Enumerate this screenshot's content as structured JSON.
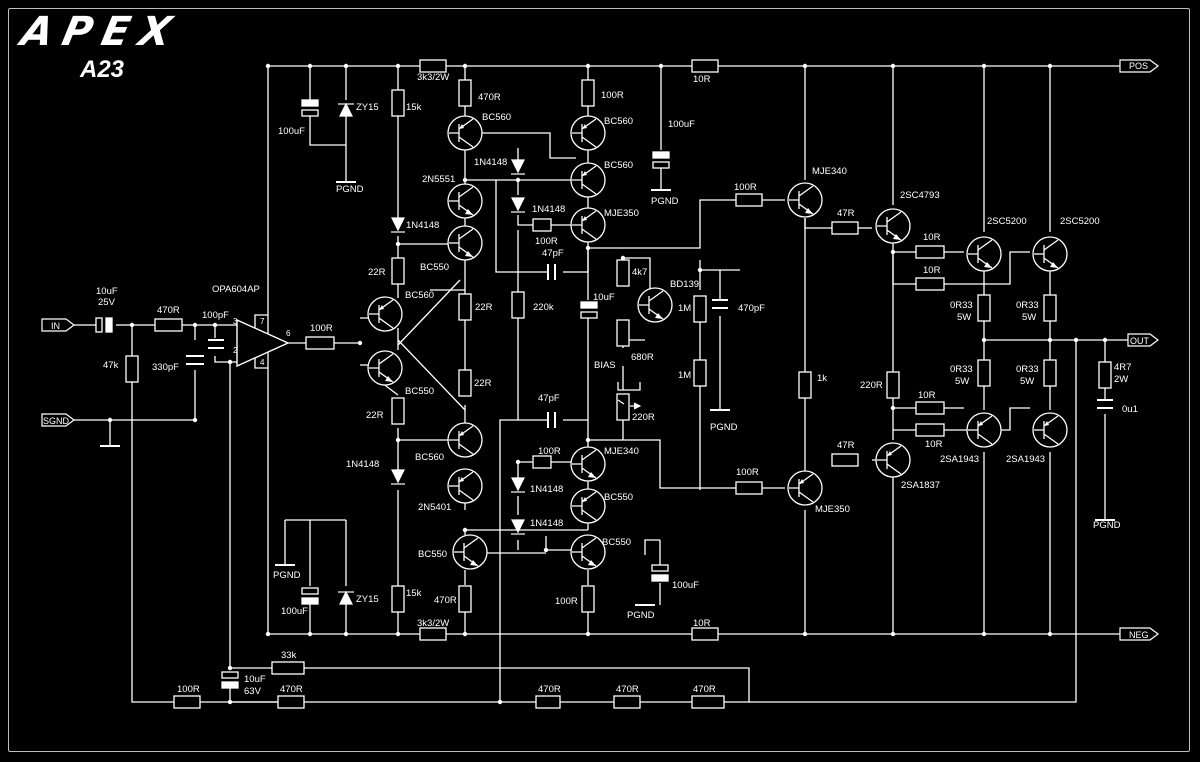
{
  "brand": {
    "name": "APEX",
    "model": "A23"
  },
  "ports": {
    "pos": "POS",
    "neg": "NEG",
    "in": "IN",
    "sgnd": "SGND",
    "out": "OUT"
  },
  "opamp": {
    "name": "OPA604AP",
    "pin_plus": "3",
    "pin_minus": "2",
    "pin_vplus": "7",
    "pin_vminus": "4",
    "pin_out": "6"
  },
  "labels": {
    "r_3k3_top": "3k3/2W",
    "r_3k3_bot": "3k3/2W",
    "r_10r_top": "10R",
    "r_10r_bot": "10R",
    "c_100uf_tl": "100uF",
    "zy15_top": "ZY15",
    "r_15k_top": "15k",
    "r_470r_t": "470R",
    "r_100r_t": "100R",
    "q_bc560_1": "BC560",
    "q_bc560_2": "BC560",
    "q_bc560_3": "BC560",
    "d_1n4148_1": "1N4148",
    "c_100uf_tm": "100uF",
    "pgnd_1": "PGND",
    "pgnd_2": "PGND",
    "q_2n5551": "2N5551",
    "d_1n4148_2": "1N4148",
    "d_1n4148_3": "1N4148",
    "r_100r_2": "100R",
    "q_mje350_1": "MJE350",
    "q_bc550_1": "BC550",
    "c_47pf_1": "47pF",
    "r_22r_1": "22R",
    "r_4k7": "4k7",
    "q_bd139": "BD139",
    "r_100r_3": "100R",
    "q_mje340_1": "MJE340",
    "r_47r_1": "47R",
    "q_2sc4793": "2SC4793",
    "q_2sc5200_1": "2SC5200",
    "q_2sc5200_2": "2SC5200",
    "r_10r_q1": "10R",
    "r_10r_q2": "10R",
    "c_10uf_in": "10uF",
    "c_25v": "25V",
    "r_470r_in": "470R",
    "c_100pf": "100pF",
    "q_bc560_mid": "BC560",
    "r_22r_2": "22R",
    "r_220k": "220k",
    "c_10uf_mid": "10uF",
    "r_1m_1": "1M",
    "c_470pf": "470pF",
    "r_0r33_1": "0R33",
    "w_5w_1": "5W",
    "r_0r33_2": "0R33",
    "w_5w_2": "5W",
    "r_100r_op": "100R",
    "r_47k": "47k",
    "c_330pf": "330pF",
    "r_680r": "680R",
    "bias": "BIAS",
    "r_1m_2": "1M",
    "r_1k": "1k",
    "r_22r_3": "22R",
    "q_bc550_mid": "BC550",
    "r_0r33_3": "0R33",
    "w_5w_3": "5W",
    "r_0r33_4": "0R33",
    "w_5w_4": "5W",
    "r_4r7": "4R7",
    "w_2w": "2W",
    "r_220r_b": "220R",
    "r_22r_4": "22R",
    "c_47pf_2": "47pF",
    "r_220r": "220R",
    "r_10r_q3": "10R",
    "c_0u1": "0u1",
    "pgnd_3": "PGND",
    "pgnd_4": "PGND",
    "q_bc560_b": "BC560",
    "r_100r_4": "100R",
    "q_mje340_2": "MJE340",
    "r_47r_2": "47R",
    "r_10r_q4": "10R",
    "q_2sa1943_1": "2SA1943",
    "q_2sa1943_2": "2SA1943",
    "d_1n4148_4": "1N4148",
    "d_1n4148_5": "1N4148",
    "r_100r_5": "100R",
    "q_2sa1837": "2SA1837",
    "q_2n5401": "2N5401",
    "q_mje350_2": "MJE350",
    "q_bc550_b1": "BC550",
    "d_1n4148_6": "1N4148",
    "q_bc550_b2": "BC550",
    "pgnd_5": "PGND",
    "pgnd_6": "PGND",
    "c_100uf_bm": "100uF",
    "c_100uf_bl": "100uF",
    "zy15_bot": "ZY15",
    "r_15k_bot": "15k",
    "r_470r_b": "470R",
    "r_100r_b": "100R",
    "r_33k": "33k",
    "c_10uf_fb": "10uF",
    "c_63v": "63V",
    "r_100r_fb": "100R",
    "r_470r_fb1": "470R",
    "r_470r_fb2": "470R",
    "r_470r_fb3": "470R",
    "r_470r_fb4": "470R"
  }
}
